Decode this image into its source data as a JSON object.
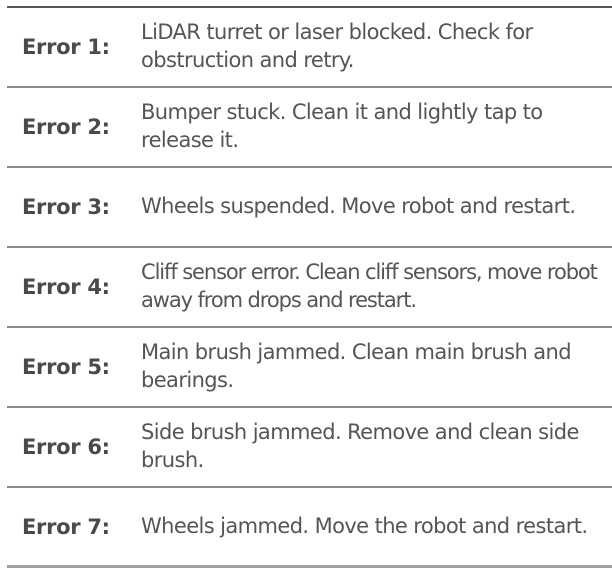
{
  "errors": [
    {
      "label": "Error 1:",
      "description": "LiDAR turret or laser blocked. Check for obstruction and retry."
    },
    {
      "label": "Error 2:",
      "description": "Bumper stuck. Clean it and lightly tap to release it."
    },
    {
      "label": "Error 3:",
      "description": "Wheels suspended. Move robot and restart."
    },
    {
      "label": "Error 4:",
      "description": "Cliff sensor error. Clean cliff sensors, move robot away from drops and restart."
    },
    {
      "label": "Error 5:",
      "description": "Main brush jammed. Clean main brush and bearings."
    },
    {
      "label": "Error 6:",
      "description": "Side brush jammed. Remove and clean side brush."
    },
    {
      "label": "Error 7:",
      "description": "Wheels jammed. Move the robot and restart."
    }
  ],
  "colors": {
    "label_text": "#4a4a4a",
    "description_text": "#555555",
    "rule": "#8a8a8a"
  }
}
